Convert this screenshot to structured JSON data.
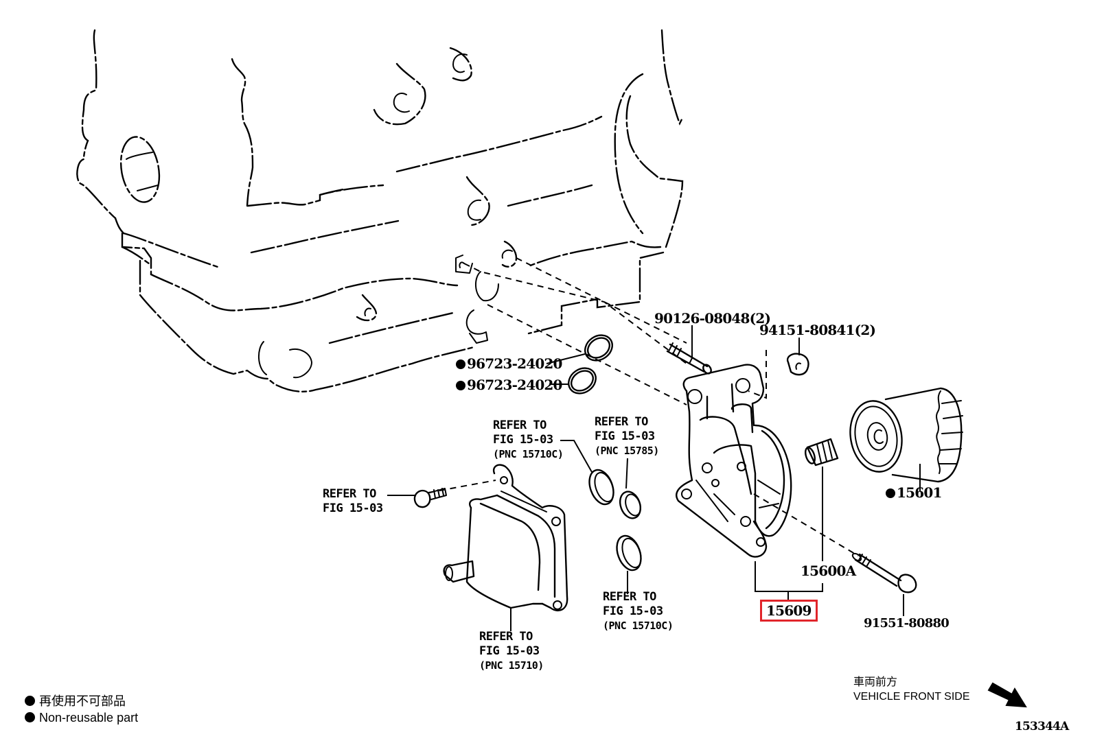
{
  "diagram": {
    "type": "exploded-parts-diagram",
    "subject": "Oil filter bracket / oil cooler assembly",
    "figure_id": "153344A",
    "highlight_color": "#e1242a",
    "callouts": {
      "stud": {
        "part_no": "90126-08048(2)"
      },
      "nut": {
        "part_no": "94151-80841(2)"
      },
      "gasket_upper": {
        "part_no": "96723-24020",
        "non_reusable": true
      },
      "gasket_lower": {
        "part_no": "96723-24020",
        "non_reusable": true
      },
      "oil_filter": {
        "part_no": "15601",
        "non_reusable": true
      },
      "union": {
        "part_no": "15600A"
      },
      "bracket_assy": {
        "part_no": "15609",
        "highlighted": true
      },
      "bolt": {
        "part_no": "91551-80880"
      },
      "ring_15710c_top": {
        "line1": "REFER TO",
        "line2": "FIG 15-03",
        "line3": "(PNC 15710C)"
      },
      "ring_15785": {
        "line1": "REFER TO",
        "line2": "FIG 15-03",
        "line3": "(PNC 15785)"
      },
      "cooler_bolt": {
        "line1": "REFER TO",
        "line2": "FIG 15-03"
      },
      "oil_cooler": {
        "line1": "REFER TO",
        "line2": "FIG 15-03",
        "line3": "(PNC 15710)"
      },
      "ring_15710c_bottom": {
        "line1": "REFER TO",
        "line2": "FIG 15-03",
        "line3": "(PNC 15710C)"
      }
    },
    "legend": {
      "symbol": "filled-circle",
      "japanese": "再使用不可部品",
      "english": "Non-reusable part"
    },
    "orientation": {
      "japanese": "車両前方",
      "english": "VEHICLE FRONT SIDE",
      "icon": "arrow-down-right-icon"
    }
  }
}
